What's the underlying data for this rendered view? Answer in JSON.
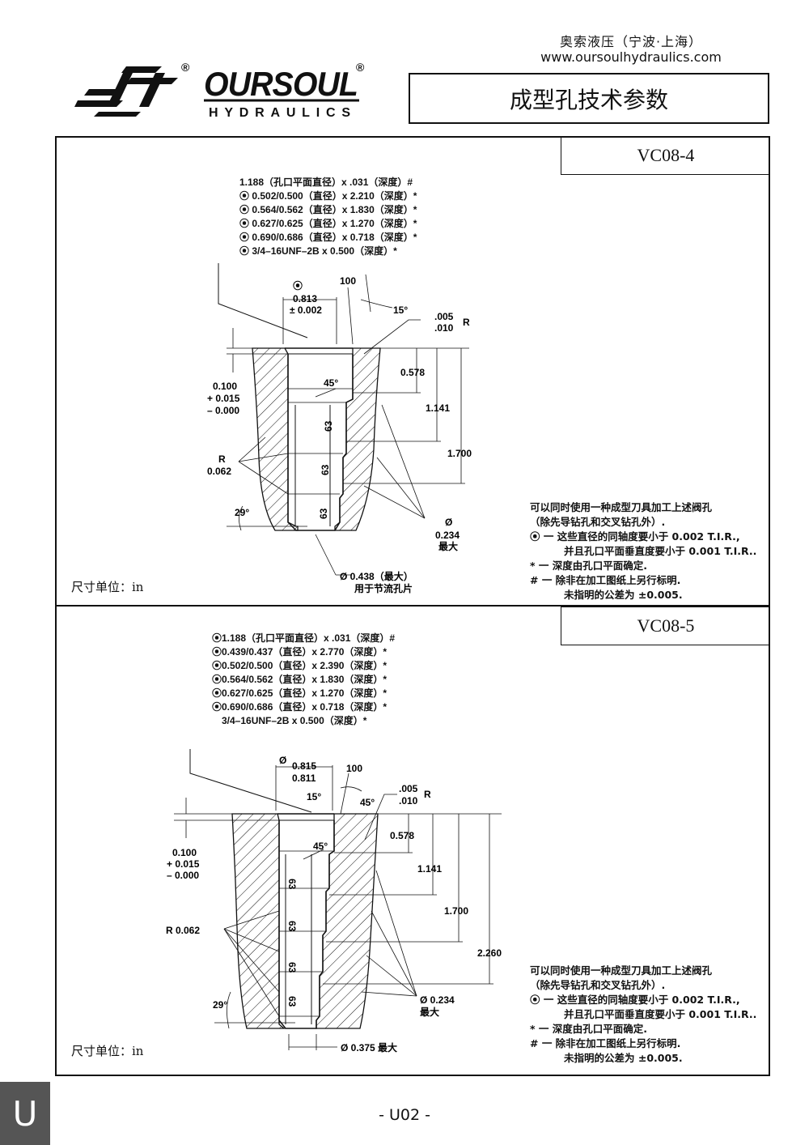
{
  "header": {
    "company": "奥索液压（宁波·上海）",
    "website": "www.oursoulhydraulics.com",
    "logo_text": "OURSOUL",
    "logo_sub": "HYDRAULICS",
    "registered": "®",
    "title": "成型孔技术参数"
  },
  "sections": [
    {
      "model": "VC08-4",
      "specs": [
        "1.188（孔口平面直径）x .031（深度）#",
        "⦿ 0.502/0.500（直径）x 2.210（深度）*",
        "⦿ 0.564/0.562（直径）x 1.830（深度）*",
        "⦿ 0.627/0.625（直径）x 1.270（深度）*",
        "⦿ 0.690/0.686（直径）x 0.718（深度）*",
        "⦿ 3/4–16UNF–2B x 0.500（深度）*"
      ],
      "dims": {
        "d_top_sym": "⦿",
        "d_top1": "0.813",
        "d_top2": "± 0.002",
        "finish": "100",
        "angle15": "15°",
        "r1": ".005",
        "r2": ".010",
        "r_label": "R",
        "depth_a": "0.100",
        "depth_b": "+ 0.015",
        "depth_c": "– 0.000",
        "angle45": "45°",
        "h1": "0.578",
        "h2": "1.141",
        "h3": "1.700",
        "rough": "63",
        "r_small_1": "R",
        "r_small_2": "0.062",
        "angle29": "29°",
        "dia_sym": "Ø",
        "dia_max": "0.234",
        "dia_max_label": "最大",
        "bottom1": "Ø 0.438（最大）",
        "bottom2": "用于节流孔片"
      },
      "unit": "尺寸单位：in",
      "notes": [
        "可以同时使用一种成型刀具加工上述阀孔",
        "（除先导钻孔和交叉钻孔外）.",
        "⦿ 一  这些直径的同轴度要小于 0.002 T.I.R.,",
        "并且孔口平面垂直度要小于 0.001 T.I.R..",
        "* 一  深度由孔口平面确定.",
        "# 一  除非在加工图纸上另行标明.",
        "未指明的公差为 ±0.005."
      ]
    },
    {
      "model": "VC08-5",
      "specs": [
        "⦿1.188（孔口平面直径）x .031（深度）#",
        "⦿0.439/0.437（直径）x 2.770（深度）*",
        "⦿0.502/0.500（直径）x 2.390（深度）*",
        "⦿0.564/0.562（直径）x 1.830（深度）*",
        "⦿0.627/0.625（直径）x 1.270（深度）*",
        "⦿0.690/0.686（直径）x 0.718（深度）*",
        "3/4–16UNF–2B x 0.500（深度）*"
      ],
      "dims": {
        "d_top_sym": "Ø",
        "d_top1": "0.815",
        "d_top2": "0.811",
        "finish": "100",
        "angle15": "15°",
        "angle45b": "45°",
        "r1": ".005",
        "r2": ".010",
        "r_label": "R",
        "depth_a": "0.100",
        "depth_b": "+ 0.015",
        "depth_c": "– 0.000",
        "angle45": "45°",
        "h1": "0.578",
        "h2": "1.141",
        "h3": "1.700",
        "h4": "2.260",
        "rough": "63",
        "r_small": "R  0.062",
        "angle29": "29°",
        "dia_max": "Ø  0.234",
        "dia_max_label": "最大",
        "bottom": "Ø  0.375 最大"
      },
      "unit": "尺寸单位：in",
      "notes": [
        "可以同时使用一种成型刀具加工上述阀孔",
        "（除先导钻孔和交叉钻孔外）.",
        "⦿ 一  这些直径的同轴度要小于 0.002 T.I.R.,",
        "并且孔口平面垂直度要小于 0.001 T.I.R..",
        "* 一  深度由孔口平面确定.",
        "# 一  除非在加工图纸上另行标明.",
        "未指明的公差为 ±0.005."
      ]
    }
  ],
  "footer": {
    "tab_letter": "U",
    "page": "- U02 -"
  }
}
